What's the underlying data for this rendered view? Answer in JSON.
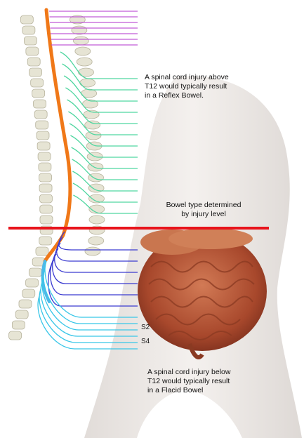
{
  "captions": {
    "above": [
      "A spinal cord injury above",
      "T12 would typically result",
      "in a Reflex Bowel."
    ],
    "middle": [
      "Bowel type determined",
      "by injury level"
    ],
    "below": [
      "A spinal cord injury below",
      "T12 would typically result",
      "in a Flacid Bowel"
    ]
  },
  "nerve_labels": {
    "s2": "S2",
    "s4": "S4"
  },
  "colors": {
    "spinal_cord": "#f07818",
    "cord_lower": "#4fb9e8",
    "nerves_upper": "#c05ad8",
    "nerves_thoracic": "#4fd6a0",
    "nerves_lumbar": "#3a3ad0",
    "nerves_sacral": "#38c6e8",
    "injury_level_line": "#e8141c",
    "vertebra": "#e6e4d4",
    "intestine": "#b55a3a",
    "skin": "#ece8e4"
  }
}
